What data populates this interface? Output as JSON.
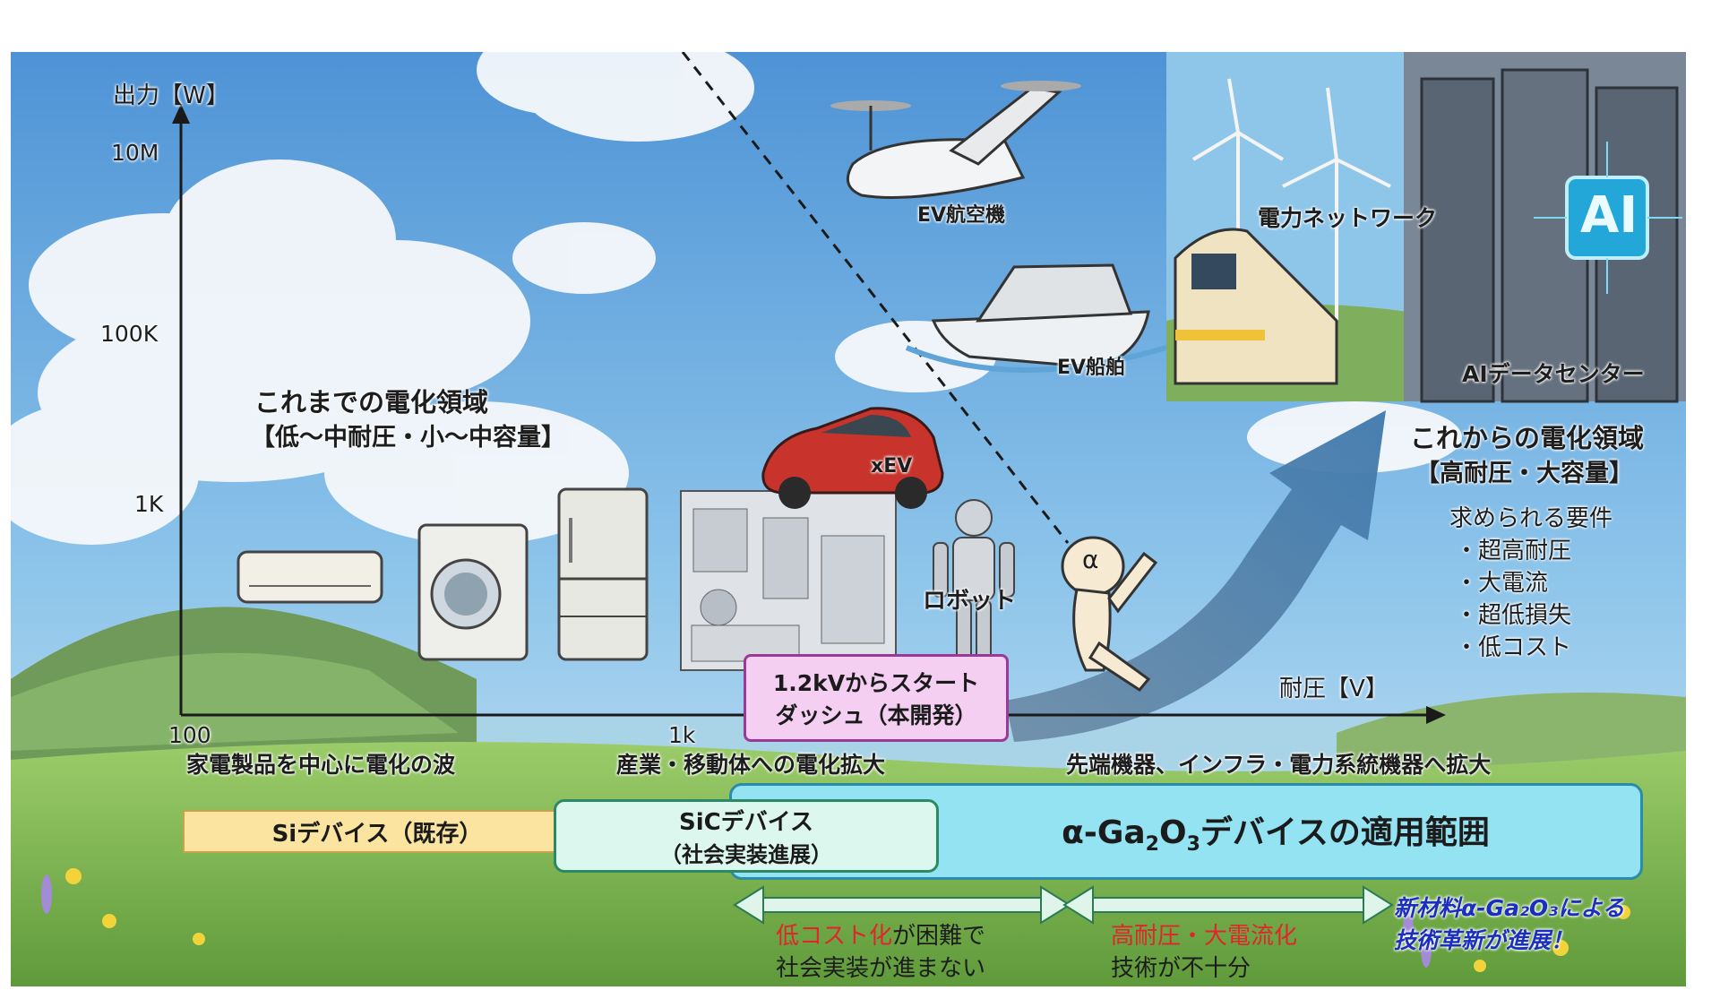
{
  "axes": {
    "y_label": "出力【W】",
    "x_label": "耐圧【V】",
    "y_ticks": [
      "10M",
      "100K",
      "1K"
    ],
    "x_ticks": [
      "100",
      "1k"
    ]
  },
  "regions": {
    "past_title": "これまでの電化領域",
    "past_sub": "【低～中耐圧・小～中容量】",
    "future_title": "これからの電化領域",
    "future_sub": "【高耐圧・大容量】",
    "requirements_title": "求められる要件",
    "requirements": [
      "・超高耐圧",
      "・大電流",
      "・超低損失",
      "・低コスト"
    ]
  },
  "applications": {
    "ev_aircraft": "EV航空機",
    "ev_ship": "EV船舶",
    "xev": "xEV",
    "robot": "ロボット",
    "grid": "電力ネットワーク",
    "ai_dc": "AIデータセンター",
    "ai_chip": "AI",
    "alpha_mark": "α"
  },
  "startdash": {
    "line1": "1.2kVからスタート",
    "line2": "ダッシュ（本開発）"
  },
  "waves": {
    "w1": "家電製品を中心に電化の波",
    "w2": "産業・移動体への電化拡大",
    "w3": "先端機器、インフラ・電力系統機器へ拡大"
  },
  "devices": {
    "si": "Siデバイス（既存）",
    "sic_line1": "SiCデバイス",
    "sic_line2": "（社会実装進展）",
    "ga_prefix": "α-Ga",
    "ga_sub1": "2",
    "ga_mid": "O",
    "ga_sub2": "3",
    "ga_suffix": "デバイスの適用範囲"
  },
  "issues": {
    "i1_red": "低コスト化",
    "i1_rest": "が困難で",
    "i1_line2": "社会実装が進まない",
    "i2_red": "高耐圧・大電流化",
    "i2_line2": "技術が不十分",
    "i3_line1": "新材料α-Ga₂O₃による",
    "i3_line2": "技術革新が進展！"
  },
  "colors": {
    "si_bar": "#fbe3a0",
    "sic_bar": "#dcf7ee",
    "ga_bar": "#93e3f2",
    "startdash_bg": "#f4cff2",
    "arrow": "#4d7ba6",
    "issue_red": "#e0262b",
    "issue_blue": "#1b2fbf"
  }
}
